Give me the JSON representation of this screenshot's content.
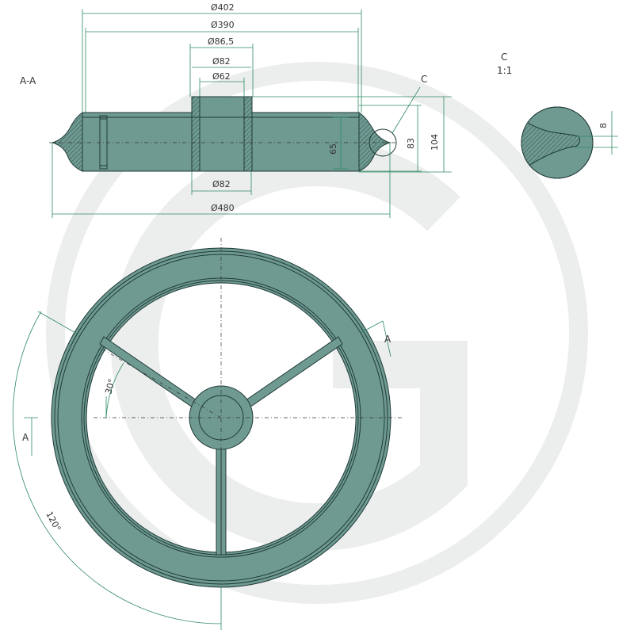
{
  "section_label": "A-A",
  "detail": {
    "name": "C",
    "scale": "1:1",
    "callout": "C"
  },
  "dimensions": {
    "d402": "Ø402",
    "d390": "Ø390",
    "d86_5": "Ø86,5",
    "d82_top": "Ø82",
    "d62": "Ø62",
    "d82_bottom": "Ø82",
    "d480": "Ø480",
    "h65": "65",
    "h83": "83",
    "h104": "104",
    "detail_8": "8"
  },
  "section_marks": {
    "right": "A",
    "left": "A"
  },
  "angles": {
    "a30": "30°",
    "a120": "120°"
  },
  "colors": {
    "part": "#6f9a92",
    "edge": "#1f3a36",
    "dimension": "#2f8a62",
    "watermark": "#eceeed"
  }
}
